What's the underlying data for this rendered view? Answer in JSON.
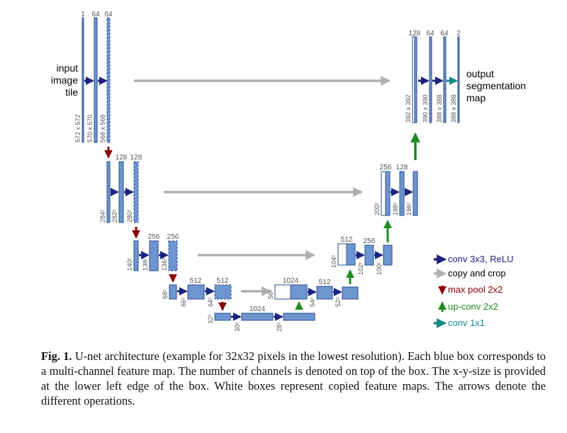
{
  "colors": {
    "feature_map": "#6d95cf",
    "feature_map_border": "#2a4f8f",
    "copied_map": "#ffffff",
    "conv": "#1a237e",
    "copy": "#b0b0b0",
    "pool": "#8b0000",
    "upconv": "#1f8a1f",
    "conv1x1": "#138a8a"
  },
  "io": {
    "input": [
      "input",
      "image",
      "tile"
    ],
    "output": [
      "output",
      "segmentation",
      "map"
    ]
  },
  "blocks": {
    "L1": {
      "channels": [
        "1",
        "64",
        "64"
      ],
      "sizes": [
        "572 x 572",
        "570 x 570",
        "568 x 568"
      ]
    },
    "L2": {
      "channels": [
        "128",
        "128"
      ],
      "sizes": [
        "284²",
        "282²",
        "280²"
      ]
    },
    "L3": {
      "channels": [
        "256",
        "256"
      ],
      "sizes": [
        "140²",
        "138²",
        "136²"
      ]
    },
    "L4": {
      "channels": [
        "512",
        "512"
      ],
      "sizes": [
        "68²",
        "66²",
        "64²"
      ]
    },
    "L5": {
      "channels": [
        "1024"
      ],
      "sizes": [
        "32²",
        "30²",
        "28²"
      ]
    },
    "R4": {
      "channels": [
        "1024",
        "512"
      ],
      "sizes": [
        "56²",
        "54²",
        "52²"
      ]
    },
    "R3": {
      "channels": [
        "512",
        "256"
      ],
      "sizes": [
        "104²",
        "102²",
        "100²"
      ]
    },
    "R2": {
      "channels": [
        "256",
        "128"
      ],
      "sizes": [
        "200²",
        "198²",
        "196²"
      ]
    },
    "R1": {
      "channels": [
        "128",
        "64",
        "64",
        "2"
      ],
      "sizes": [
        "392 x 392",
        "390 x 390",
        "388 x 388",
        "388 x 388"
      ]
    }
  },
  "legend": {
    "conv": "conv 3x3, ReLU",
    "copy": "copy and crop",
    "pool": "max pool 2x2",
    "upconv": "up-conv 2x2",
    "conv1x1": "conv 1x1"
  },
  "caption": {
    "label": "Fig. 1.",
    "text": "U-net architecture (example for 32x32 pixels in the lowest resolution). Each blue box corresponds to a multi-channel feature map. The number of channels is denoted on top of the box. The x-y-size is provided at the lower left edge of the box. White boxes represent copied feature maps. The arrows denote the different operations."
  }
}
